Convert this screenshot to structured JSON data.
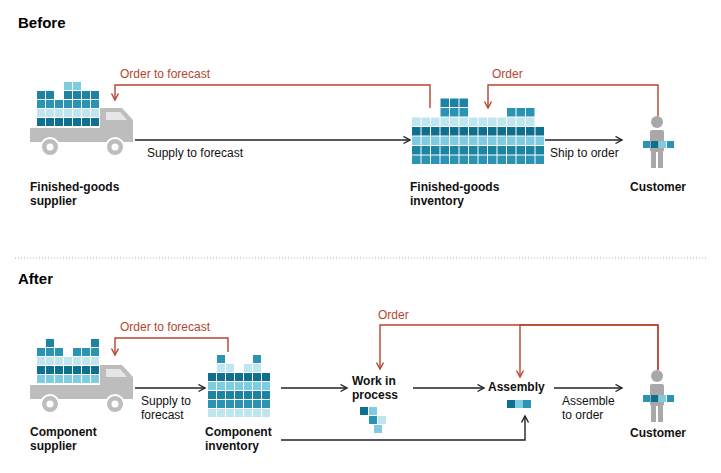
{
  "diagram": {
    "nodes": [
      {
        "text": [
          "Finished-goods supplier"
        ]
      },
      {
        "text": [
          "Finished-goods inventory"
        ]
      },
      {
        "text": [
          "Customer"
        ]
      },
      {
        "text": [
          "Component supplier"
        ]
      },
      {
        "text": [
          "Component inventory"
        ]
      },
      {
        "text": [
          "Work in process"
        ]
      },
      {
        "text": [
          "Assembly"
        ]
      },
      {
        "text": [
          "Customer"
        ]
      }
    ],
    "edges": [
      {
        "from": 0,
        "to": 1,
        "arrow": "to",
        "label": "Supply to forecast"
      },
      {
        "from": 1,
        "to": 0,
        "arrow": "to",
        "label": "Order to forecast"
      },
      {
        "from": 1,
        "to": 2,
        "arrow": "to",
        "label": "Ship to order"
      },
      {
        "from": 2,
        "to": 1,
        "arrow": "to",
        "label": "Order"
      },
      {
        "from": 3,
        "to": 4,
        "arrow": "to",
        "label": "Supply to forecast"
      },
      {
        "from": 4,
        "to": 3,
        "arrow": "to",
        "label": "Order to forecast"
      },
      {
        "from": 4,
        "to": 5,
        "arrow": "to"
      },
      {
        "from": 5,
        "to": 6,
        "arrow": "to"
      },
      {
        "from": 4,
        "to": 6,
        "arrow": "to"
      },
      {
        "from": 6,
        "to": 7,
        "arrow": "to",
        "label": "Assemble to order"
      },
      {
        "from": 7,
        "to": 5,
        "arrow": "to",
        "label": "Order"
      },
      {
        "from": 7,
        "to": 6,
        "arrow": "to"
      }
    ],
    "labels": [
      "Before",
      "After"
    ]
  }
}
